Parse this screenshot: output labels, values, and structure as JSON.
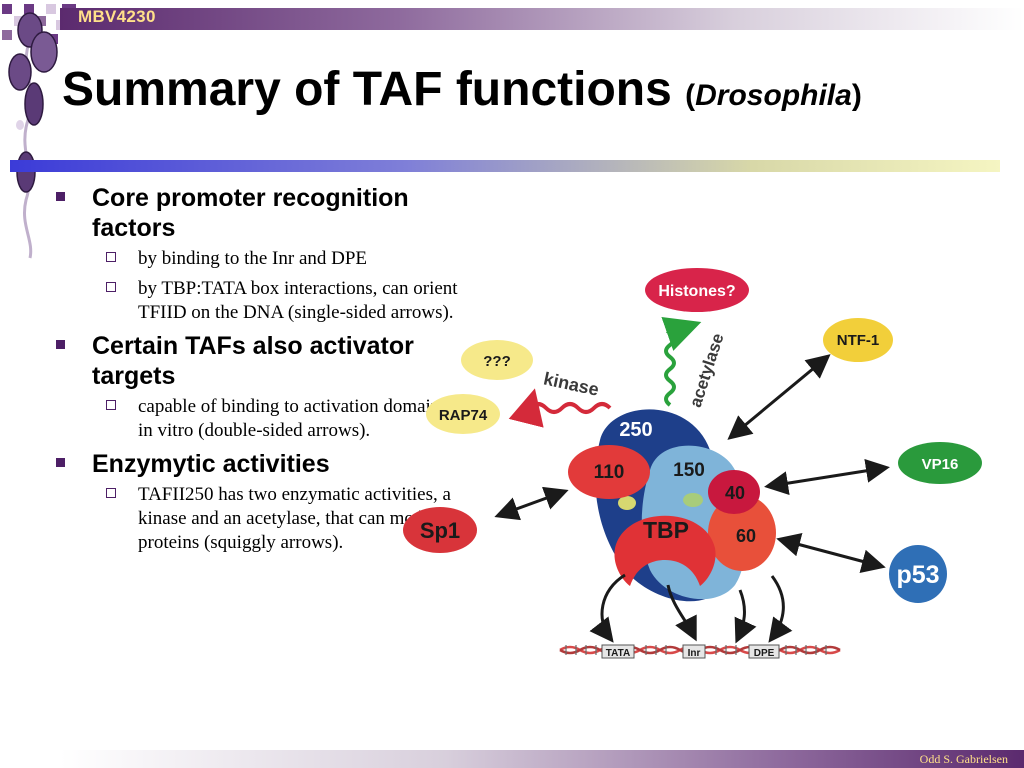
{
  "header": {
    "course_code": "MBV4230"
  },
  "title": {
    "main": "Summary of TAF functions",
    "sub_open": "(",
    "sub_italic": "Drosophila",
    "sub_close": ")"
  },
  "bullets": [
    {
      "text": "Core promoter recognition factors",
      "sub": [
        "by binding to the Inr and DPE",
        "by TBP:TATA box interactions, can orient TFIID on the DNA (single-sided arrows)."
      ]
    },
    {
      "text": "Certain TAFs also activator targets",
      "sub": [
        "capable of binding to activation domains in vitro (double-sided arrows)."
      ]
    },
    {
      "text": "Enzymytic activities",
      "sub": [
        "TAFII250 has two enzymatic activities, a kinase and an acetylase, that can modify proteins (squiggly arrows)."
      ]
    }
  ],
  "diagram": {
    "histones": "Histones?",
    "ntf1": "NTF-1",
    "unknown": "???",
    "rap74": "RAP74",
    "vp16": "VP16",
    "sp1": "Sp1",
    "p53": "p53",
    "kinase": "kinase",
    "acetylase": "acetylase",
    "taf250": "250",
    "taf110": "110",
    "taf150": "150",
    "taf40": "40",
    "taf60": "60",
    "tbp": "TBP",
    "tata": "TATA",
    "inr": "Inr",
    "dpe": "DPE"
  },
  "footer": {
    "author": "Odd S. Gabrielsen"
  },
  "colors": {
    "purple_dark": "#4d1f66",
    "title_rule_blue": "#3b3bd8",
    "course_code_yellow": "#ffe08a",
    "histones_red": "#d8244a",
    "ntf1_yellow": "#f2cf3a",
    "vp16_green": "#2a9a3c",
    "p53_blue": "#2f6fb6",
    "sp1_red": "#d8343a",
    "taf250_blue": "#1e3f8a"
  }
}
